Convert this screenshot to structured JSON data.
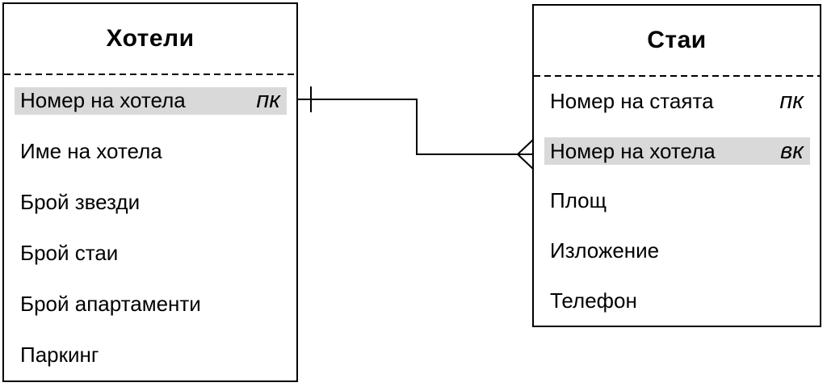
{
  "diagram": {
    "type": "entity-relationship-diagram",
    "language": "bg",
    "entities": [
      {
        "title": "Хотели",
        "attributes": [
          {
            "label": "Номер на хотела",
            "key": "пк",
            "highlighted": true
          },
          {
            "label": "Име на хотела",
            "key": "",
            "highlighted": false
          },
          {
            "label": "Брой звезди",
            "key": "",
            "highlighted": false
          },
          {
            "label": "Брой стаи",
            "key": "",
            "highlighted": false
          },
          {
            "label": "Брой апартаменти",
            "key": "",
            "highlighted": false
          },
          {
            "label": "Паркинг",
            "key": "",
            "highlighted": false
          }
        ]
      },
      {
        "title": "Стаи",
        "attributes": [
          {
            "label": "Номер на стаята",
            "key": "пк",
            "highlighted": false
          },
          {
            "label": "Номер на хотела",
            "key": "вк",
            "highlighted": true
          },
          {
            "label": "Площ",
            "key": "",
            "highlighted": false
          },
          {
            "label": "Изложение",
            "key": "",
            "highlighted": false
          },
          {
            "label": "Телефон",
            "key": "",
            "highlighted": false
          }
        ]
      }
    ],
    "relationship": {
      "from_entity": "Хотели",
      "from_attribute": "Номер на хотела",
      "from_cardinality": "one",
      "to_entity": "Стаи",
      "to_attribute": "Номер на хотела",
      "to_cardinality": "many"
    },
    "colors": {
      "background": "#ffffff",
      "border": "#000000",
      "text": "#000000",
      "highlight": "#d9d9d9"
    }
  }
}
